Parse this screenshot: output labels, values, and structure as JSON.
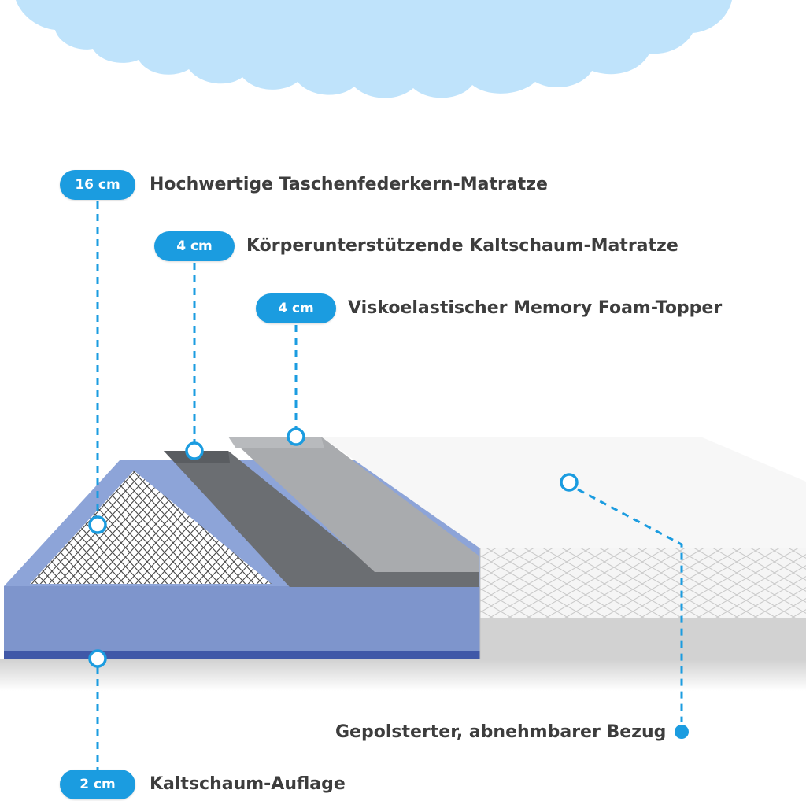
{
  "layers": [
    {
      "thickness": "16 cm",
      "name": "Hochwertige Taschenfederkern-Matratze"
    },
    {
      "thickness": "4 cm",
      "name": "Körperunterstützende Kaltschaum-Matratze"
    },
    {
      "thickness": "4 cm",
      "name": "Viskoelastischer Memory Foam-Topper"
    },
    {
      "thickness": "2 cm",
      "name": "Kaltschaum-Auflage"
    }
  ],
  "cover": {
    "name": "Gepolsterter, abnehmbarer Bezug"
  },
  "colors": {
    "accent": "#1b9ce0",
    "sky": "#bfe3fb",
    "blue_foam": "#7e95cc",
    "blue_foam_dark": "#4058a8",
    "dark_foam": "#6b6e72",
    "light_foam": "#a9abae",
    "cover_top": "#f7f7f7",
    "cover_side": "#d2d2d2"
  }
}
